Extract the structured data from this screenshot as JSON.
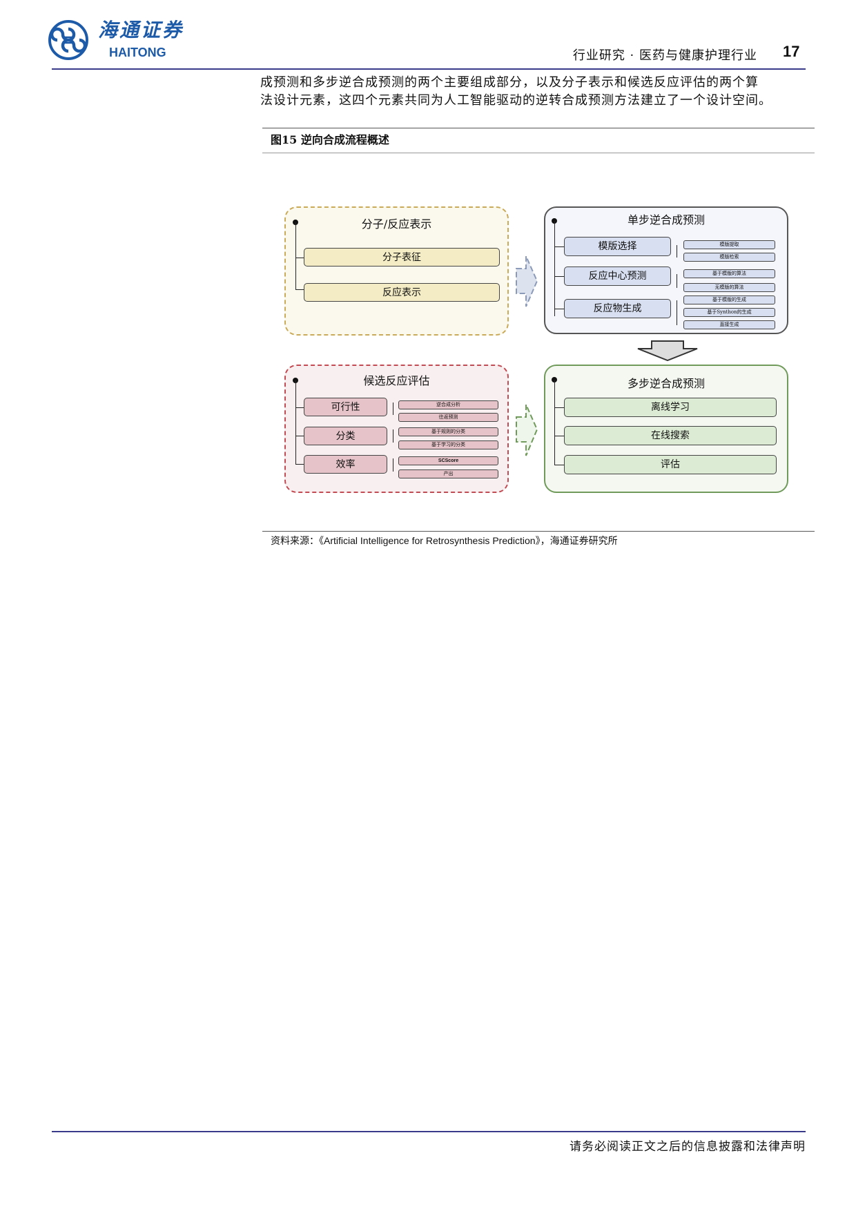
{
  "header": {
    "logo_cn": "海通证券",
    "logo_en": "HAITONG",
    "section": "行业研究 · 医药与健康护理行业",
    "page_number": "17"
  },
  "body": {
    "lines": [
      "成预测和多步逆合成预测的两个主要组成部分，以及分子表示和候选反应评估的两个算",
      "法设计元素，这四个元素共同为人工智能驱动的逆转合成预测方法建立了一个设计空间。"
    ]
  },
  "figure": {
    "caption": "图15 逆向合成流程概述",
    "panels": {
      "representation": {
        "title": "分子/反应表示",
        "items": [
          "分子表征",
          "反应表示"
        ],
        "color": "#f3ecc4"
      },
      "single_step": {
        "title": "单步逆合成预测",
        "items": [
          "模版选择",
          "反应中心预测",
          "反应物生成"
        ],
        "sub": [
          "模版提取",
          "模版检索",
          "基于模版的算法",
          "无模版的算法",
          "基于模版的生成",
          "基于Synthon的生成",
          "直接生成"
        ],
        "color": "#d8dff0"
      },
      "evaluation": {
        "title": "候选反应评估",
        "items": [
          "可行性",
          "分类",
          "效率"
        ],
        "sub": [
          "逆合成分析",
          "往返预测",
          "基于规则的分类",
          "基于学习的分类",
          "SCScore",
          "产出"
        ],
        "color": "#e6c3c8"
      },
      "multi_step": {
        "title": "多步逆合成预测",
        "items": [
          "离线学习",
          "在线搜索",
          "评估"
        ],
        "color": "#dcebd3"
      }
    },
    "source": "资料来源：《Artificial Intelligence for Retrosynthesis Prediction》，海通证券研究所"
  },
  "footer": {
    "disclaimer": "请务必阅读正文之后的信息披露和法律声明"
  }
}
